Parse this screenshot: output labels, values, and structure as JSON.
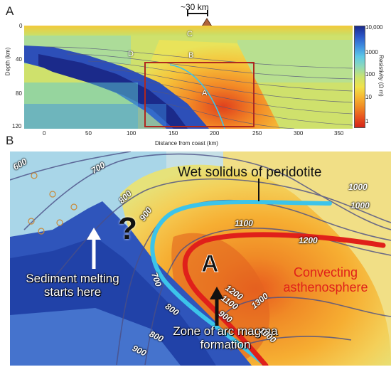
{
  "panel_a": {
    "letter": "A",
    "scale_label": "~30 km",
    "y_axis_label": "Depth (km)",
    "x_axis_label": "Distance from coast (km)",
    "y_ticks": [
      "0",
      "40",
      "80",
      "120"
    ],
    "x_ticks": [
      "0",
      "50",
      "100",
      "150",
      "200",
      "250",
      "300",
      "350"
    ],
    "point_labels": [
      "C",
      "B",
      "D",
      "A"
    ],
    "colorbar": {
      "label": "Resistivity (Ω m)",
      "ticks": [
        "10,000",
        "1000",
        "100",
        "10",
        "1"
      ],
      "colors": [
        "#1a2a8c",
        "#2b57c8",
        "#3f8fe0",
        "#5ec9e6",
        "#8fd9b8",
        "#c9e36f",
        "#f0e24a",
        "#f7b733",
        "#f08a24",
        "#e8531e",
        "#d42418"
      ]
    }
  },
  "panel_b": {
    "letter": "B",
    "wet_solidus_label": "Wet solidus of peridotite",
    "question_mark": "?",
    "point_label": "A",
    "sediment_label": "Sediment melting starts here",
    "convecting_label": "Convecting asthenosphere",
    "zone_label": "Zone of arc magma formation",
    "isotherm_labels": [
      "600",
      "700",
      "800",
      "900",
      "1000",
      "1100",
      "1200",
      "1300",
      "700",
      "800",
      "900",
      "1000",
      "1100",
      "1200",
      "800",
      "900",
      "1000"
    ],
    "colors": {
      "wet_solidus": "#3cc4ea",
      "melt_line": "#e0201a",
      "convecting_text": "#e0201a"
    }
  }
}
